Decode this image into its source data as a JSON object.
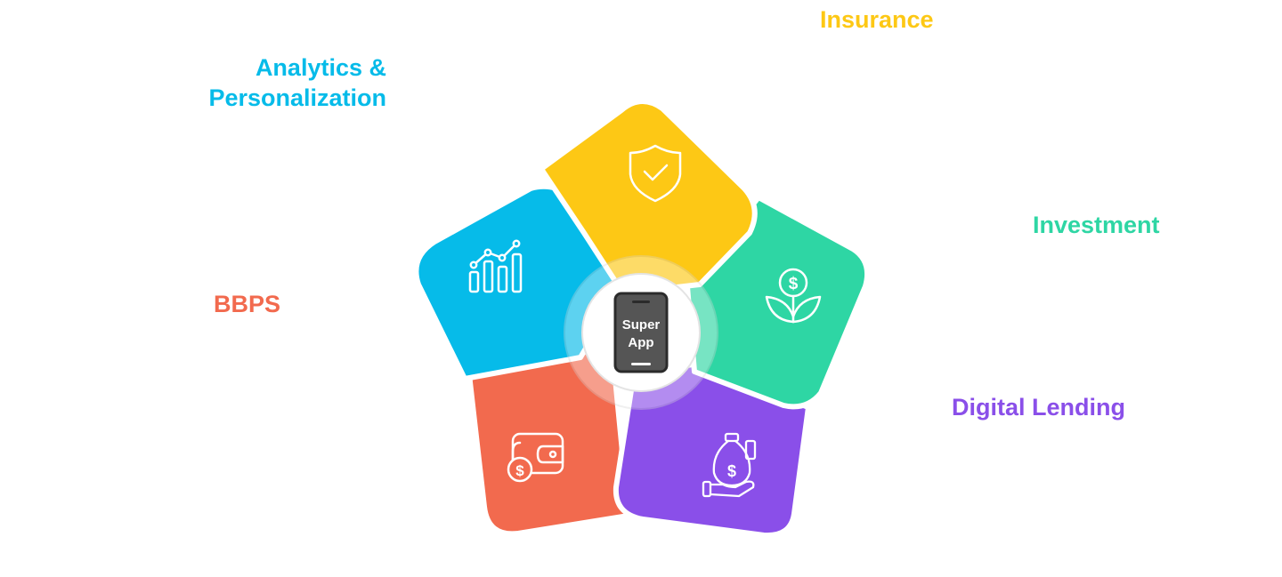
{
  "center": {
    "line1": "Super",
    "line2": "App"
  },
  "segments": [
    {
      "id": "insurance",
      "label": "Insurance",
      "color": "#FDC815",
      "icon": "shield-check-icon"
    },
    {
      "id": "investment",
      "label": "Investment",
      "color": "#2ED6A4",
      "icon": "money-plant-icon"
    },
    {
      "id": "digital-lending",
      "label": "Digital Lending",
      "color": "#8A4FE9",
      "icon": "money-bag-hand-icon"
    },
    {
      "id": "bbps",
      "label": "BBPS",
      "color": "#F26A4E",
      "icon": "wallet-dollar-icon"
    },
    {
      "id": "analytics",
      "label_line1": "Analytics &",
      "label_line2": "Personalization",
      "color": "#06BBE9",
      "icon": "bar-chart-trend-icon"
    }
  ]
}
